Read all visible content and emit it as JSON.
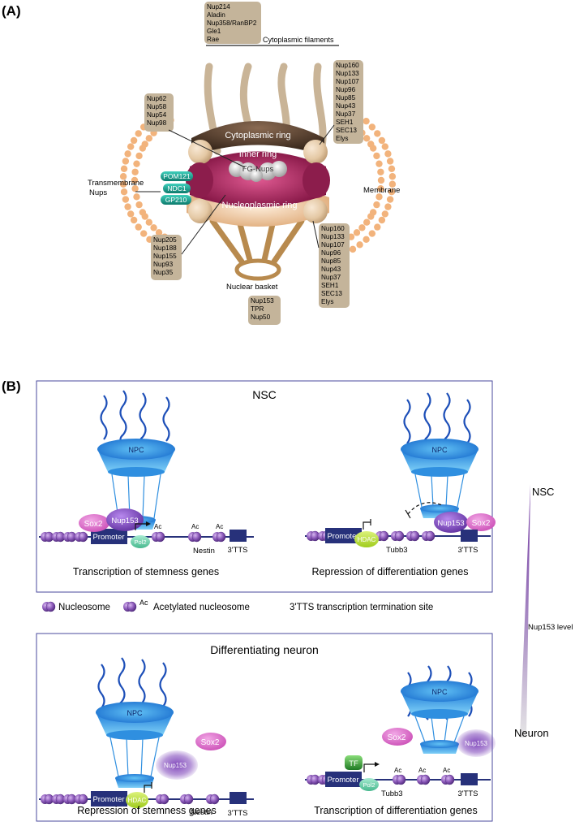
{
  "panel_a": {
    "label": "(A)",
    "boxes": {
      "cyto": [
        "Nup214",
        "Aladin",
        "Nup358/RanBP2",
        "Gle1",
        "Rae"
      ],
      "left_top": [
        "Nup62",
        "Nup58",
        "Nup54",
        "Nup98"
      ],
      "right_top": [
        "Nup160",
        "Nup133",
        "Nup107",
        "Nup96",
        "Nup85",
        "Nup43",
        "Nup37",
        "SEH1",
        "SEC13",
        "Elys"
      ],
      "left_bottom": [
        "Nup205",
        "Nup188",
        "Nup155",
        "Nup93",
        "Nup35"
      ],
      "right_bottom": [
        "Nup160",
        "Nup133",
        "Nup107",
        "Nup96",
        "Nup85",
        "Nup43",
        "Nup37",
        "SEH1",
        "SEC13",
        "Elys"
      ],
      "basket": [
        "Nup153",
        "TPR",
        "Nup50"
      ]
    },
    "labels": {
      "cyto_filaments": "Cytoplasmic filaments",
      "cyto_ring": "Cytoplasmic ring",
      "inner_ring": "Inner ring",
      "nucleo_ring": "Nucleoplasmic ring",
      "fg_nups": "FG-Nups",
      "transmembrane_1": "Transmembrane",
      "transmembrane_2": "Nups",
      "membrane": "Membrane",
      "nuclear_basket": "Nuclear basket",
      "pom121": "POM121",
      "ndc1": "NDC1",
      "gp210": "GP210"
    }
  },
  "panel_b": {
    "label": "(B)",
    "nsc_box": {
      "title": "NSC",
      "left": {
        "npc": "NPC",
        "sox2": "Sox2",
        "nup153": "Nup153",
        "promoter": "Promoter",
        "pol2": "Pol2",
        "ac": "Ac",
        "gene": "Nestin",
        "tts": "3'TTS",
        "caption": "Transcription of stemness genes"
      },
      "right": {
        "npc": "NPC",
        "promoter": "Promoter",
        "hdac": "HDAC",
        "gene": "Tubb3",
        "nup153": "Nup153",
        "sox2": "Sox2",
        "tts": "3'TTS",
        "caption": "Repression of differentiation genes"
      }
    },
    "legend": {
      "nucleosome": "Nucleosome",
      "ac": "Ac",
      "acetylated": "Acetylated nucleosome",
      "tts": "3'TTS transcription termination site"
    },
    "neuron_box": {
      "title": "Differentiating neuron",
      "left": {
        "npc": "NPC",
        "nup153": "Nup153",
        "sox2": "Sox2",
        "promoter": "Promoter",
        "hdac": "HDAC",
        "gene": "Nestin",
        "tts": "3'TTS",
        "caption": "Repression of stemness genes"
      },
      "right": {
        "npc": "NPC",
        "sox2": "Sox2",
        "nup153": "Nup153",
        "tf": "TF",
        "promoter": "Promoter",
        "pol2": "Pol2",
        "ac": "Ac",
        "gene": "Tubb3",
        "tts": "3'TTS",
        "caption": "Transcription of differentiation genes"
      }
    },
    "gradient": {
      "top": "NSC",
      "middle": "Nup153 level",
      "bottom": "Neuron"
    }
  },
  "colors": {
    "box_fill": "#c4b49a",
    "ring_dark": "#3c2a1c",
    "inner_ring": "#8c1d4c",
    "nucleo_ring": "#e7b98c",
    "filament": "#c9b497",
    "membrane_bead": "#f2b37c",
    "transmembrane": "#1a9c8c",
    "frame": "#4a4a9c",
    "npc_blue": "#2f8fe0",
    "chromatin": "#27317a",
    "nucleosome": "#8a57b8",
    "nup153": "#7a3fb8",
    "sox2": "#d664c4",
    "hdac": "#b8e038",
    "pol2": "#5fd0a8",
    "tf": "#39a63a",
    "gradient": "#6b2f9e"
  }
}
